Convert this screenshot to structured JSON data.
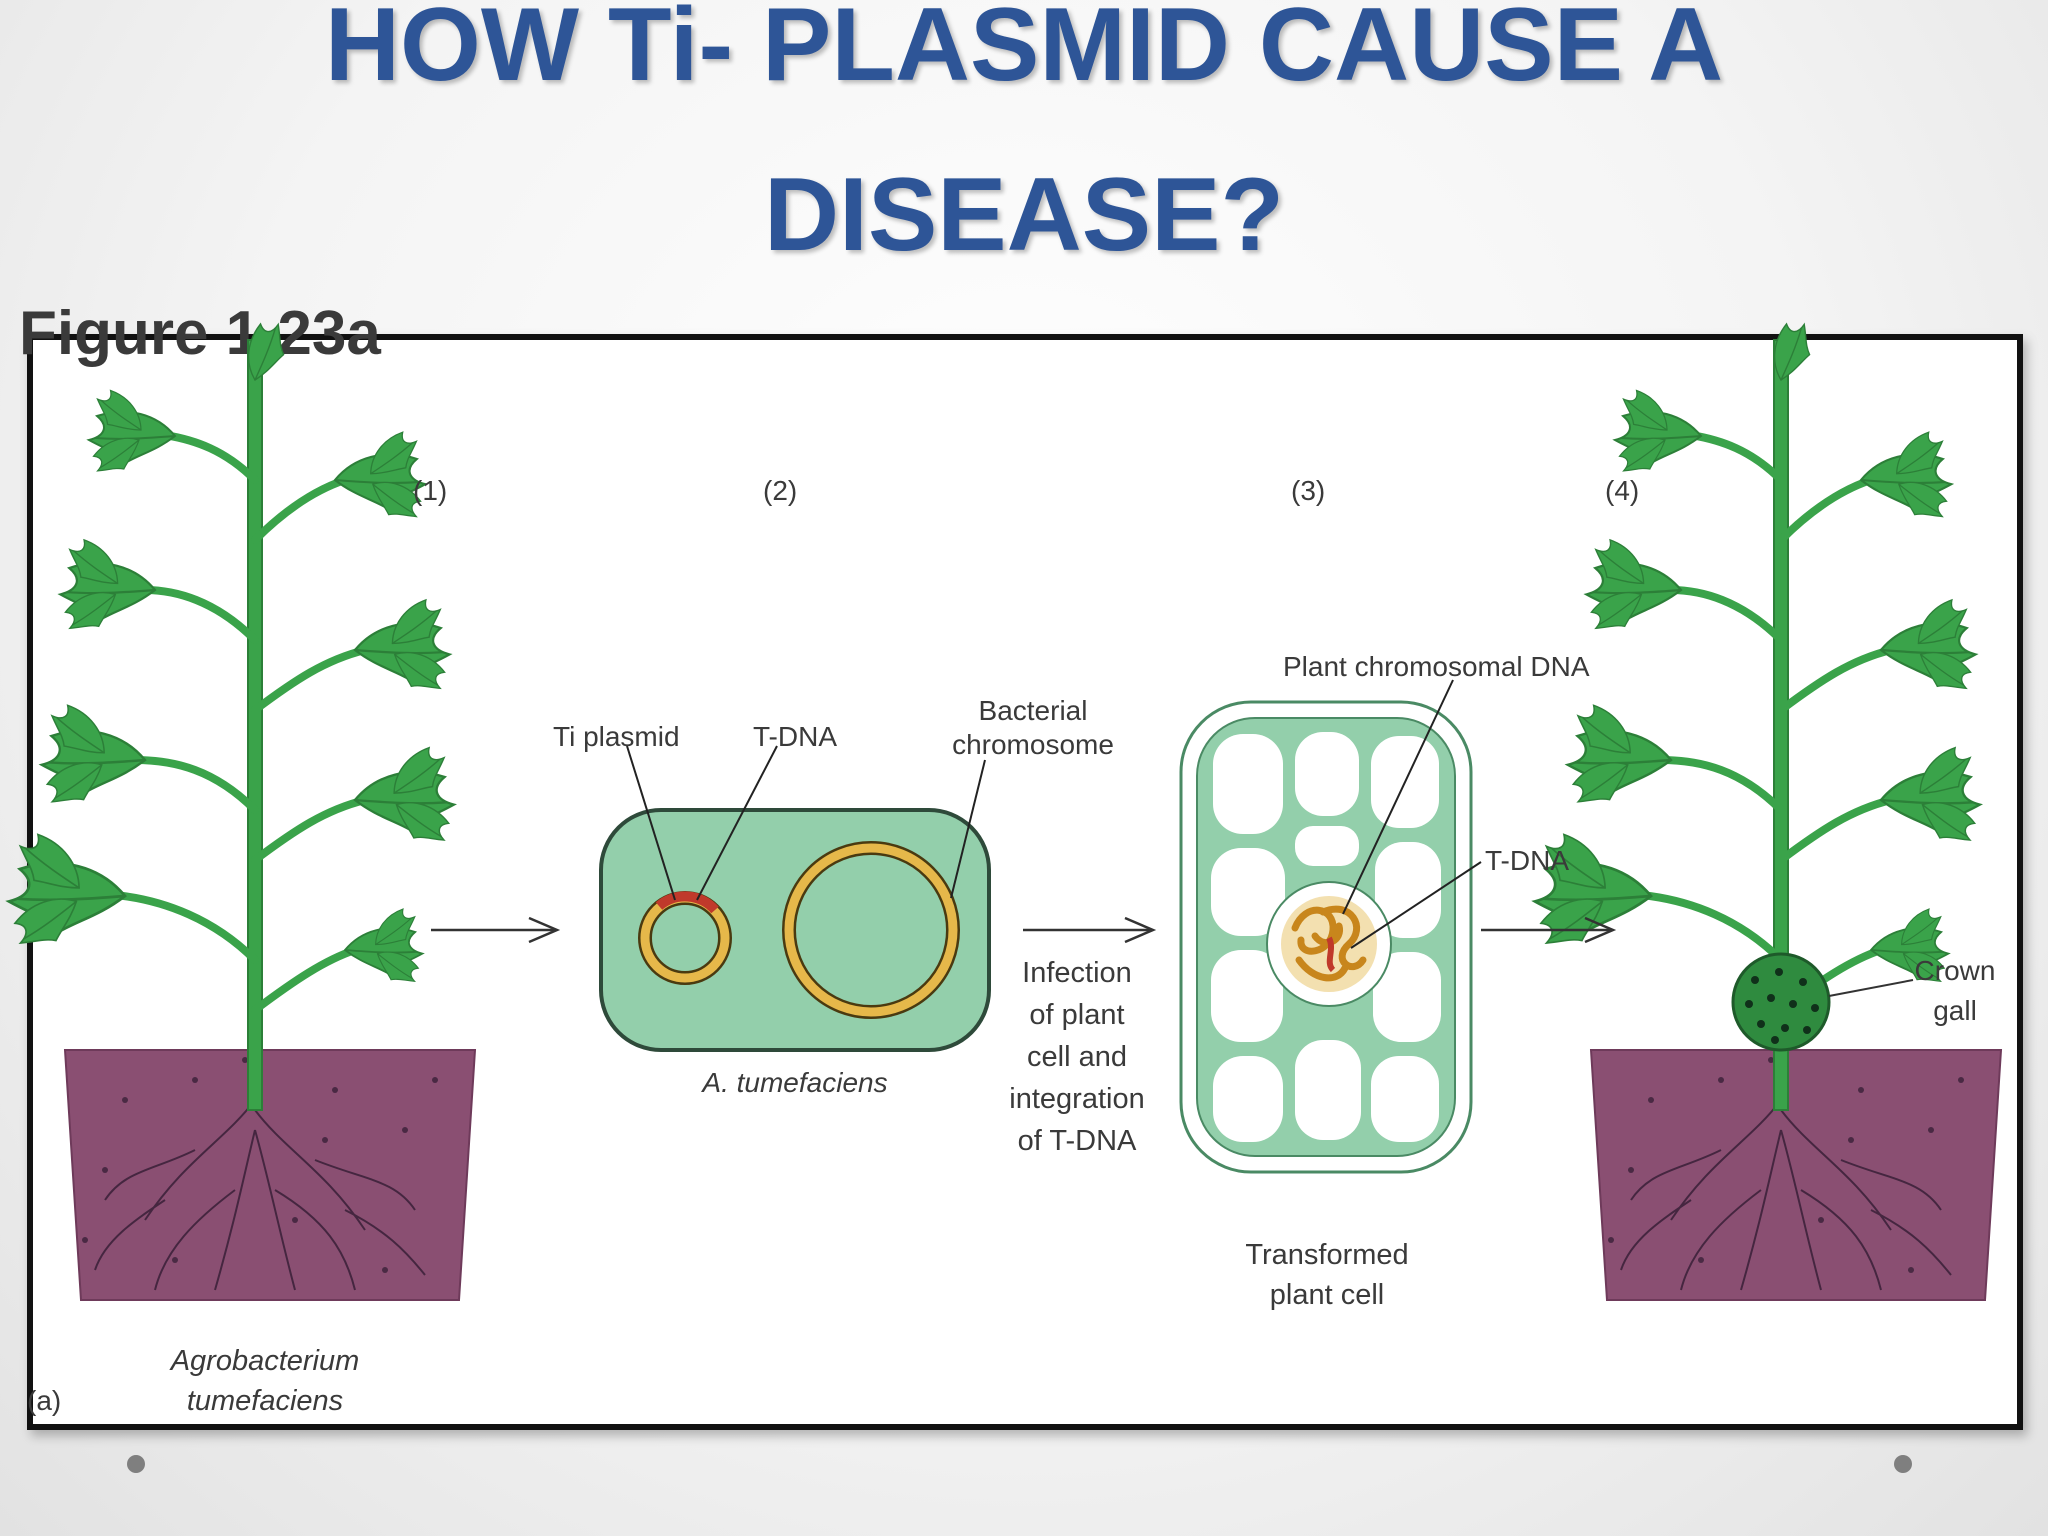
{
  "slide": {
    "title_line1": "HOW Ti- PLASMID CAUSE A",
    "title_line2": "DISEASE?"
  },
  "diagram": {
    "figure_header": "Figure 1.23a",
    "panel_label": "(a)",
    "steps": [
      "(1)",
      "(2)",
      "(3)",
      "(4)"
    ],
    "plant_label_line1": "Agrobacterium",
    "plant_label_line2": "tumefaciens",
    "ti_plasmid_label": "Ti plasmid",
    "tdna_label": "T-DNA",
    "bacterial_chromosome_line1": "Bacterial",
    "bacterial_chromosome_line2": "chromosome",
    "bacterium_label": "A. tumefaciens",
    "infection_lines": [
      "Infection",
      "of plant",
      "cell and",
      "integration",
      "of T-DNA"
    ],
    "plant_dna_label": "Plant chromosomal DNA",
    "tdna_label_cell": "T-DNA",
    "transformed_line1": "Transformed",
    "transformed_line2": "plant cell",
    "crown_gall_line1": "Crown",
    "crown_gall_line2": "gall"
  },
  "colors": {
    "title": "#2e5597",
    "leaf": "#3aa34a",
    "soil": "#8a4f72",
    "bacterium": "#93cfab",
    "plasmid_ring": "#e6b84a",
    "tdna_segment": "#c0392b"
  }
}
